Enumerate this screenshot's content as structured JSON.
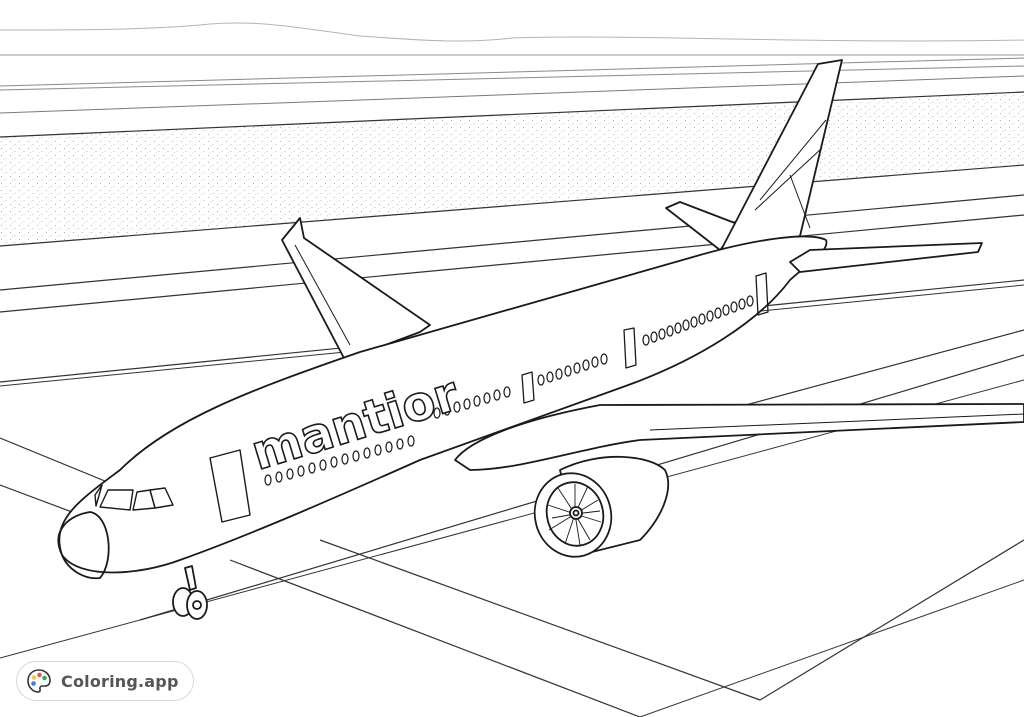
{
  "illustration": {
    "subject": "airliner on runway coloring page",
    "livery_text": "mantior",
    "style": "black line art on white",
    "colors": {
      "line": "#1a1a1a",
      "background": "#ffffff",
      "stipple": "#9a9a9a",
      "horizon": "#a8a8a8"
    }
  },
  "watermark": {
    "label": "Coloring.app",
    "icon": "palette-icon",
    "icon_colors": [
      "#f2c94c",
      "#eb5757",
      "#27ae60",
      "#2f80ed"
    ]
  }
}
